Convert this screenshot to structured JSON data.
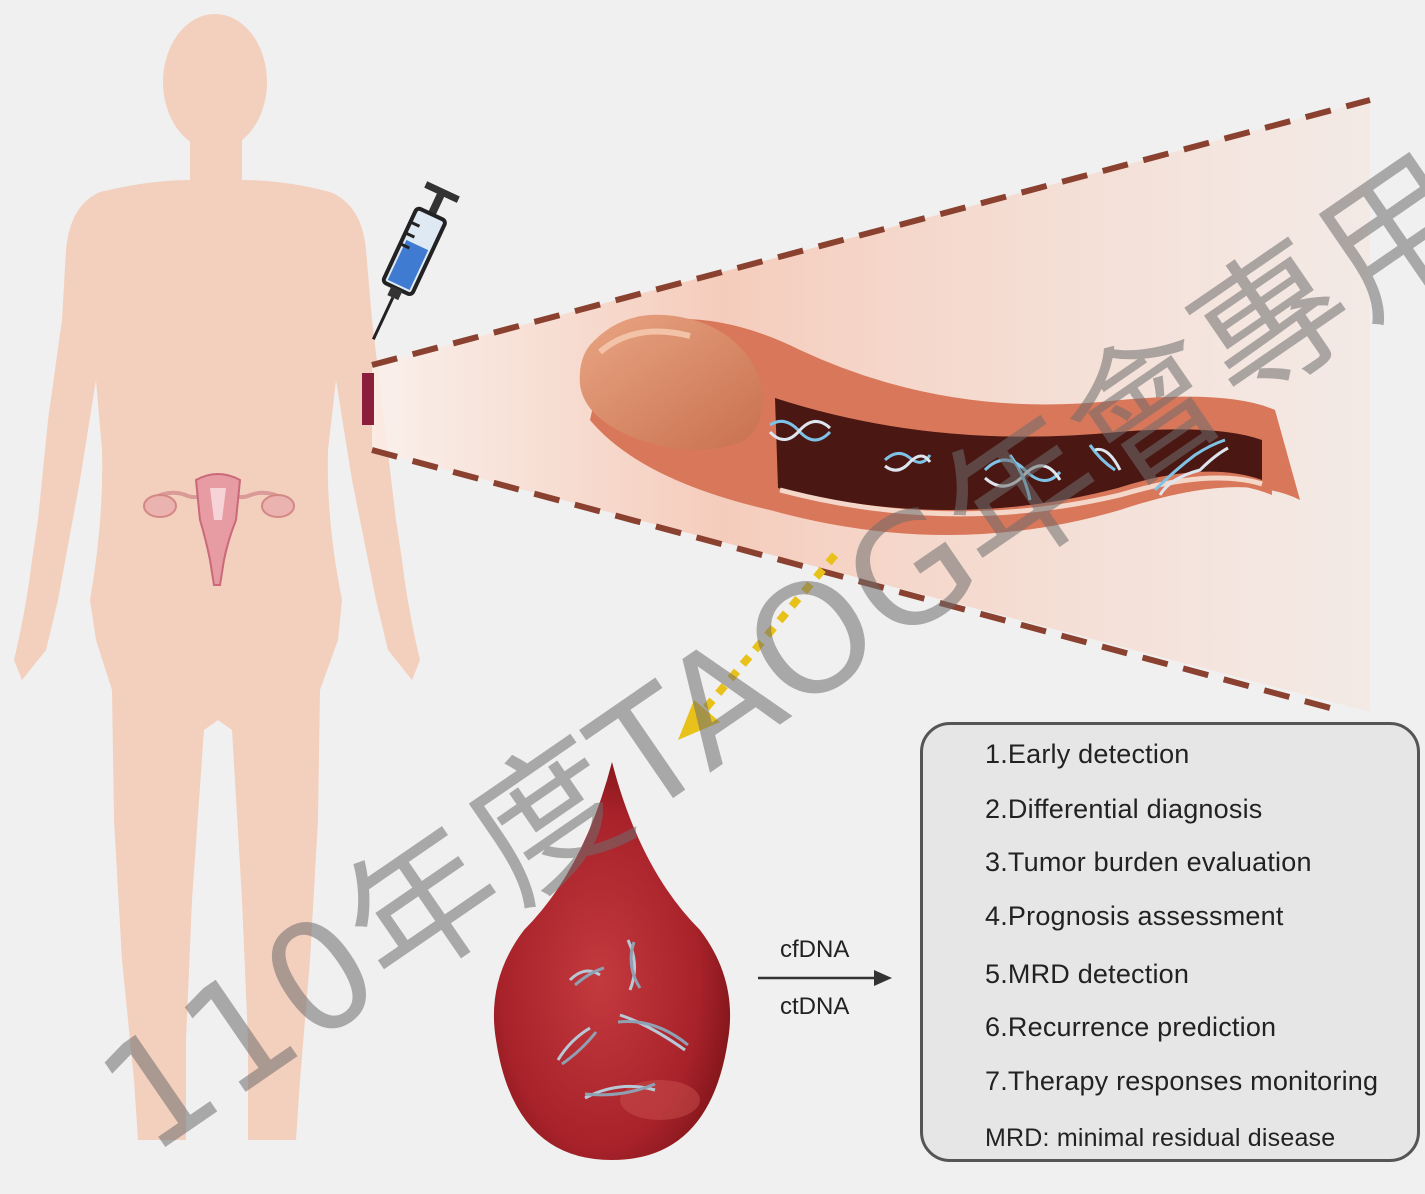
{
  "applications": {
    "items": [
      "1.Early detection",
      "2.Differential diagnosis",
      "3.Tumor burden evaluation",
      "4.Prognosis assessment",
      "5.MRD detection",
      "6.Recurrence prediction",
      "7.Therapy responses monitoring"
    ],
    "footnote": "MRD: minimal residual disease"
  },
  "arrow_labels": {
    "top": "cfDNA",
    "bottom": "ctDNA"
  },
  "watermark": "110年度TAOG年會專用",
  "colors": {
    "background": "#f0f0f0",
    "body_silhouette": "#f3cfbd",
    "vessel_wall": "#d9775a",
    "vessel_lumen": "#4a1712",
    "blood_drop": "#a8222a",
    "dashed_lines": "#8a4130",
    "dotted_arrow": "#e8c21a",
    "box_fill": "#e6e6e6",
    "box_border": "#555555"
  }
}
